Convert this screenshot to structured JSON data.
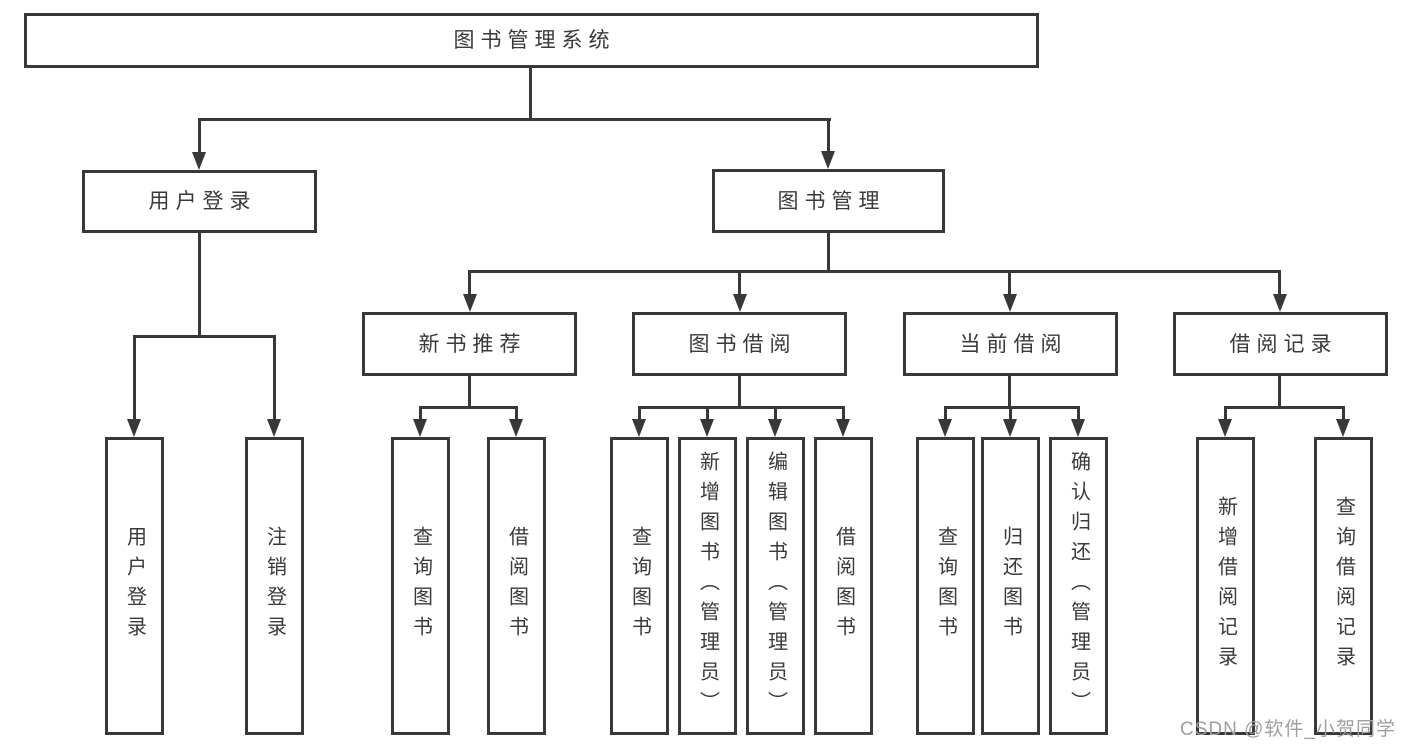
{
  "tree": {
    "label": "图书管理系统",
    "children": [
      {
        "label": "用户登录",
        "children": [
          {
            "label": "用户登录"
          },
          {
            "label": "注销登录"
          }
        ]
      },
      {
        "label": "图书管理",
        "children": [
          {
            "label": "新书推荐",
            "children": [
              {
                "label": "查询图书"
              },
              {
                "label": "借阅图书"
              }
            ]
          },
          {
            "label": "图书借阅",
            "children": [
              {
                "label": "查询图书"
              },
              {
                "label": "新增图书（管理员）"
              },
              {
                "label": "编辑图书（管理员）"
              },
              {
                "label": "借阅图书"
              }
            ]
          },
          {
            "label": "当前借阅",
            "children": [
              {
                "label": "查询图书"
              },
              {
                "label": "归还图书"
              },
              {
                "label": "确认归还（管理员）"
              }
            ]
          },
          {
            "label": "借阅记录",
            "children": [
              {
                "label": "新增借阅记录"
              },
              {
                "label": "查询借阅记录"
              }
            ]
          }
        ]
      }
    ]
  },
  "watermark": {
    "text": "CSDN @软件_小贺同学"
  },
  "colors": {
    "line": "#383838",
    "text": "#3a3a3a",
    "watermark": "#9e9e9e",
    "background": "#ffffff"
  }
}
